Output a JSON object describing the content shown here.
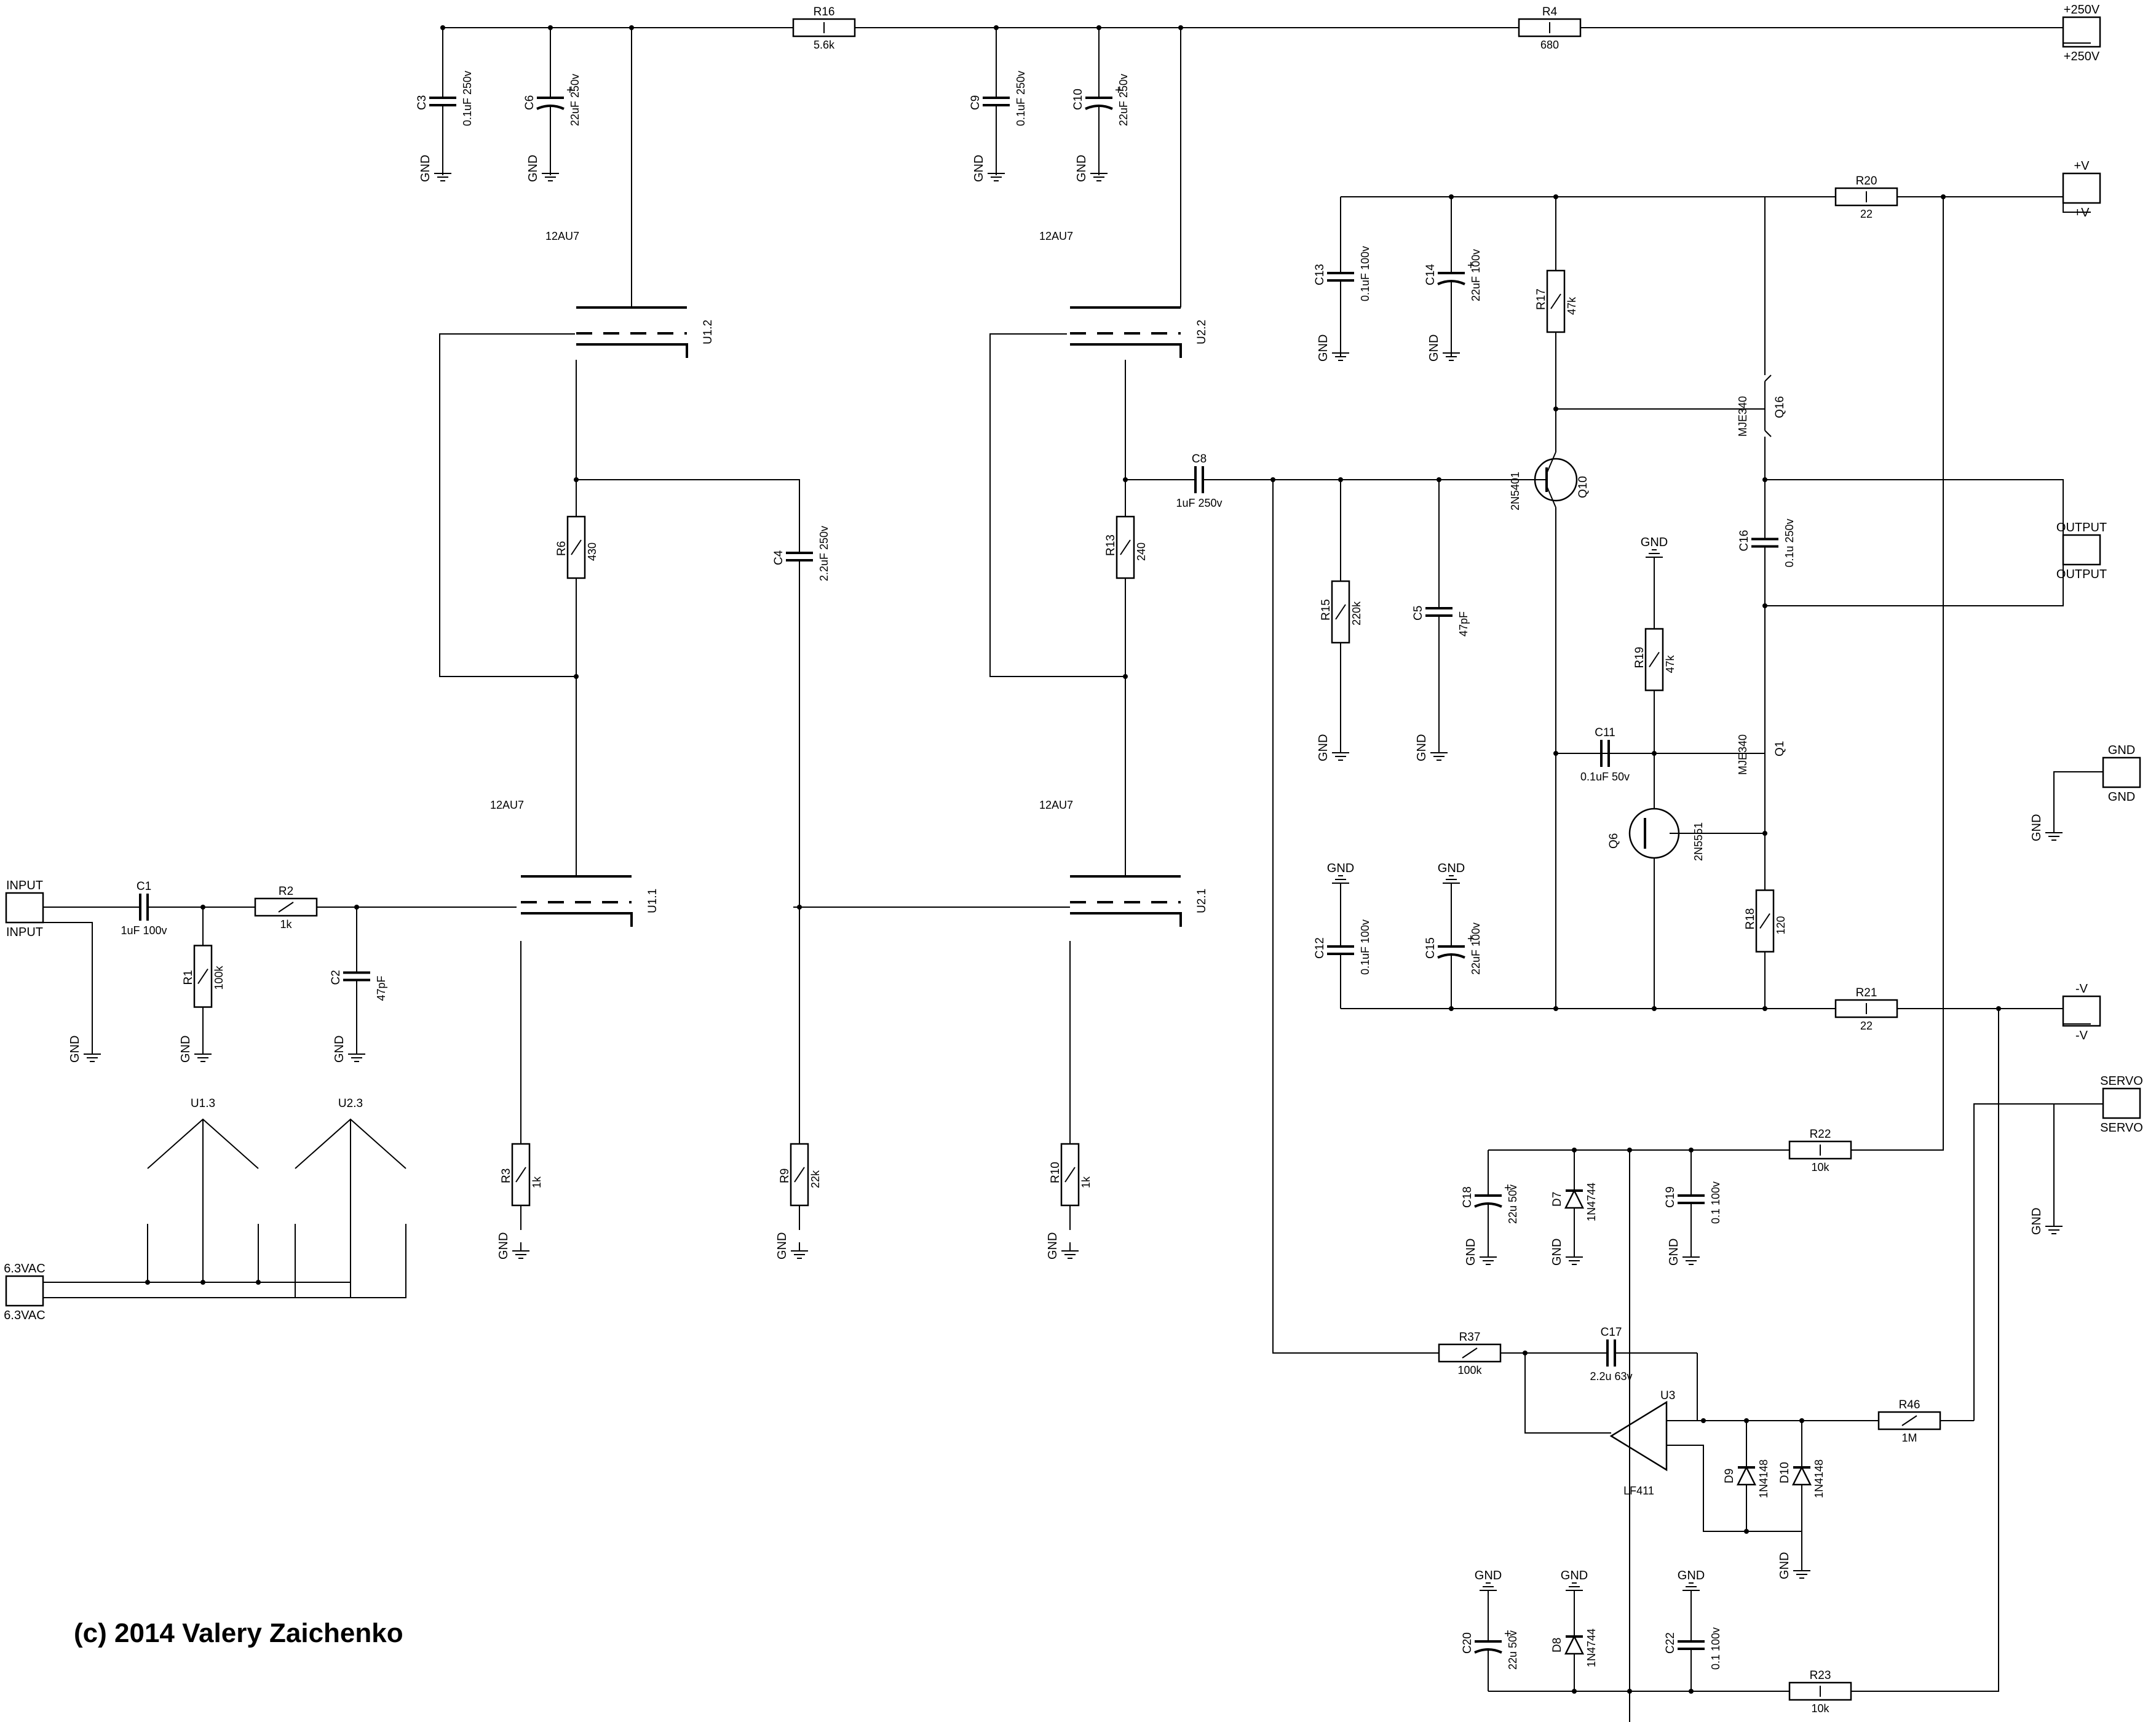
{
  "copyright": "(c) 2014 Valery Zaichenko",
  "connectors": [
    {
      "id": "input",
      "label": "INPUT"
    },
    {
      "id": "vac",
      "label": "6.3VAC"
    },
    {
      "id": "p250",
      "label": "+250V"
    },
    {
      "id": "pv",
      "label": "+V"
    },
    {
      "id": "output",
      "label": "OUTPUT"
    },
    {
      "id": "gndc",
      "label": "GND"
    },
    {
      "id": "nv",
      "label": "-V"
    },
    {
      "id": "servo",
      "label": "SERVO"
    }
  ],
  "resistors": [
    {
      "ref": "R1",
      "value": "100k"
    },
    {
      "ref": "R2",
      "value": "1k"
    },
    {
      "ref": "R3",
      "value": "1k"
    },
    {
      "ref": "R4",
      "value": "680"
    },
    {
      "ref": "R6",
      "value": "430"
    },
    {
      "ref": "R9",
      "value": "22k"
    },
    {
      "ref": "R10",
      "value": "1k"
    },
    {
      "ref": "R13",
      "value": "240"
    },
    {
      "ref": "R15",
      "value": "220k"
    },
    {
      "ref": "R16",
      "value": "5.6k"
    },
    {
      "ref": "R17",
      "value": "47k"
    },
    {
      "ref": "R18",
      "value": "120"
    },
    {
      "ref": "R19",
      "value": "47k"
    },
    {
      "ref": "R20",
      "value": "22"
    },
    {
      "ref": "R21",
      "value": "22"
    },
    {
      "ref": "R22",
      "value": "10k"
    },
    {
      "ref": "R23",
      "value": "10k"
    },
    {
      "ref": "R37",
      "value": "100k"
    },
    {
      "ref": "R46",
      "value": "1M"
    }
  ],
  "capacitors": [
    {
      "ref": "C1",
      "value": "1uF 100v"
    },
    {
      "ref": "C2",
      "value": "47pF"
    },
    {
      "ref": "C3",
      "value": "0.1uF 250v"
    },
    {
      "ref": "C4",
      "value": "2.2uF 250v"
    },
    {
      "ref": "C5",
      "value": "47pF"
    },
    {
      "ref": "C6",
      "value": "22uF 250v"
    },
    {
      "ref": "C8",
      "value": "1uF 250v"
    },
    {
      "ref": "C9",
      "value": "0.1uF 250v"
    },
    {
      "ref": "C10",
      "value": "22uF 250v"
    },
    {
      "ref": "C11",
      "value": "0.1uF 50v"
    },
    {
      "ref": "C12",
      "value": "0.1uF 100v"
    },
    {
      "ref": "C13",
      "value": "0.1uF 100v"
    },
    {
      "ref": "C14",
      "value": "22uF 100v"
    },
    {
      "ref": "C15",
      "value": "22uF 100v"
    },
    {
      "ref": "C16",
      "value": "0.1u 250v"
    },
    {
      "ref": "C17",
      "value": "2.2u 63v"
    },
    {
      "ref": "C18",
      "value": "22u 50v"
    },
    {
      "ref": "C19",
      "value": "0.1 100v"
    },
    {
      "ref": "C20",
      "value": "22u 50v"
    },
    {
      "ref": "C22",
      "value": "0.1 100v"
    }
  ],
  "transistors": [
    {
      "ref": "Q10",
      "value": "2N5401"
    },
    {
      "ref": "Q16",
      "value": "MJE340"
    },
    {
      "ref": "Q1",
      "value": "MJE340"
    },
    {
      "ref": "Q6",
      "value": "2N5551"
    }
  ],
  "diodes": [
    {
      "ref": "D7",
      "value": "1N4744"
    },
    {
      "ref": "D8",
      "value": "1N4744"
    },
    {
      "ref": "D9",
      "value": "1N4148"
    },
    {
      "ref": "D10",
      "value": "1N4148"
    }
  ],
  "tubes": [
    {
      "ref": "U1.1",
      "type": "12AU7"
    },
    {
      "ref": "U1.2",
      "type": "12AU7"
    },
    {
      "ref": "U2.1",
      "type": "12AU7"
    },
    {
      "ref": "U2.2",
      "type": "12AU7"
    },
    {
      "ref": "U1.3",
      "type": ""
    },
    {
      "ref": "U2.3",
      "type": ""
    }
  ],
  "opamp": {
    "ref": "U3",
    "value": "LF411"
  },
  "gnd_label": "GND"
}
